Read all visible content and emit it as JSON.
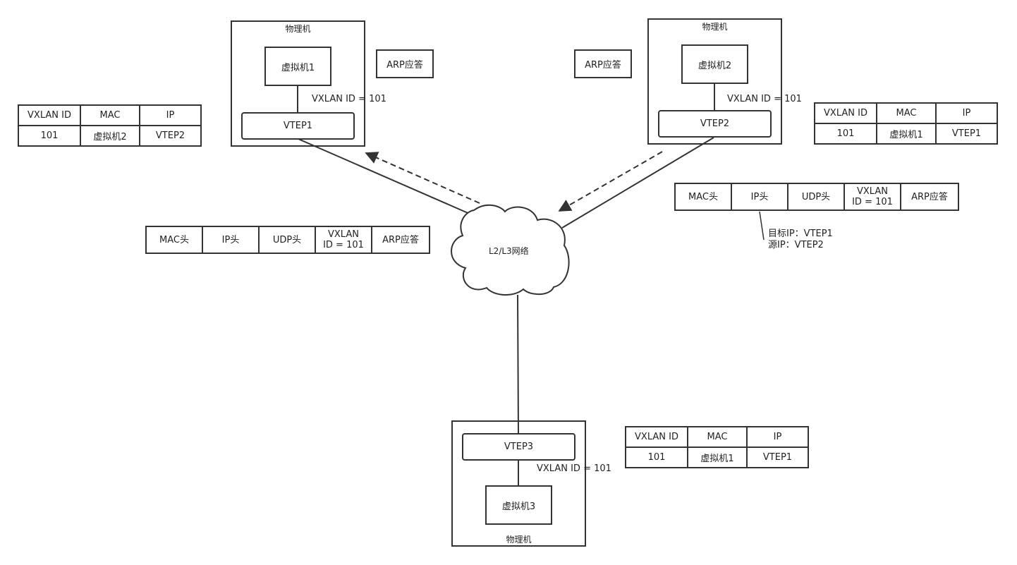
{
  "hosts": {
    "label": "物理机",
    "vm1": "虚拟机1",
    "vm2": "虚拟机2",
    "vm3": "虚拟机3",
    "vtep1": "VTEP1",
    "vtep2": "VTEP2",
    "vtep3": "VTEP3"
  },
  "vxlan_id_label": "VXLAN ID = 101",
  "arp_reply_label": "ARP应答",
  "network_label": "L2/L3网络",
  "tables": {
    "headers": [
      "VXLAN ID",
      "MAC",
      "IP"
    ],
    "left_row": [
      "101",
      "虚拟机2",
      "VTEP2"
    ],
    "right_row": [
      "101",
      "虚拟机1",
      "VTEP1"
    ],
    "bottom_row": [
      "101",
      "虚拟机1",
      "VTEP1"
    ]
  },
  "packet": {
    "mac_header": "MAC头",
    "ip_header": "IP头",
    "udp_header": "UDP头",
    "vxlan_line1": "VXLAN",
    "vxlan_line2": "ID = 101",
    "payload": "ARP应答"
  },
  "packet_note": {
    "dst_ip": "目标IP：VTEP1",
    "src_ip": "源IP：VTEP2"
  }
}
